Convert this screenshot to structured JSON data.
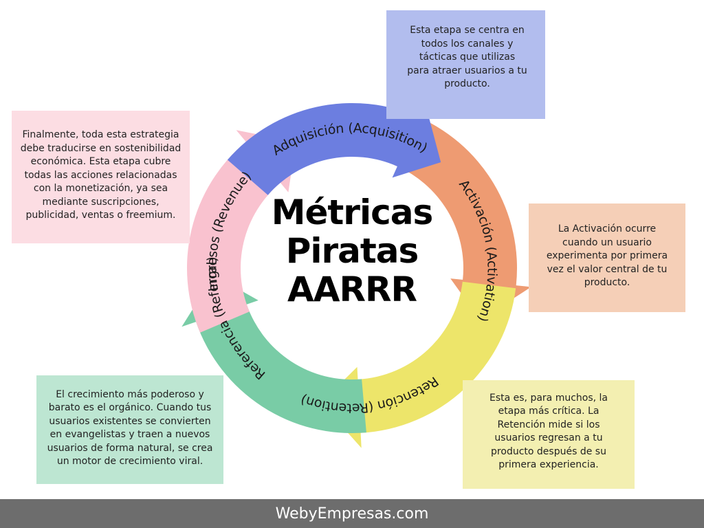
{
  "title_lines": [
    "Métricas",
    "Piratas",
    "AARRR"
  ],
  "stages": [
    {
      "id": "acquisition",
      "label": "Adquisición (Acquisition)",
      "color": "#6c7ee0",
      "box_color": "#b2bdee",
      "description": "Esta etapa se centra en todos los canales y tácticas que utilizas para atraer usuarios a tu producto."
    },
    {
      "id": "activation",
      "label": "Activación (Activation)",
      "color": "#ee9b72",
      "box_color": "#f5cfb7",
      "description": "La Activación ocurre cuando un usuario experimenta por primera vez el valor central de tu producto."
    },
    {
      "id": "retention",
      "label": "Retención (Retention)",
      "color": "#ede56a",
      "box_color": "#f3efb1",
      "description": "Esta es, para muchos, la etapa más crítica. La Retención mide si los usuarios regresan a tu producto después de su primera experiencia."
    },
    {
      "id": "referral",
      "label": "Referencia (Referral)",
      "color": "#79cca6",
      "box_color": "#bde6d2",
      "description": "El crecimiento más poderoso y barato es el orgánico. Cuando tus usuarios existentes se convierten en evangelistas y traen a nuevos usuarios de forma natural, se crea un motor de crecimiento viral."
    },
    {
      "id": "revenue",
      "label": "Ingresos (Revenue)",
      "color": "#f9c2cf",
      "box_color": "#fcdde3",
      "description": "Finalmente, toda esta estrategia debe traducirse en sostenibilidad económica. Esta etapa cubre todas las acciones relacionadas con la monetización, ya sea mediante suscripciones, publicidad, ventas o freemium."
    }
  ],
  "footer": {
    "text": "WebyEmpresas.com",
    "color": "#6d6d6d"
  }
}
